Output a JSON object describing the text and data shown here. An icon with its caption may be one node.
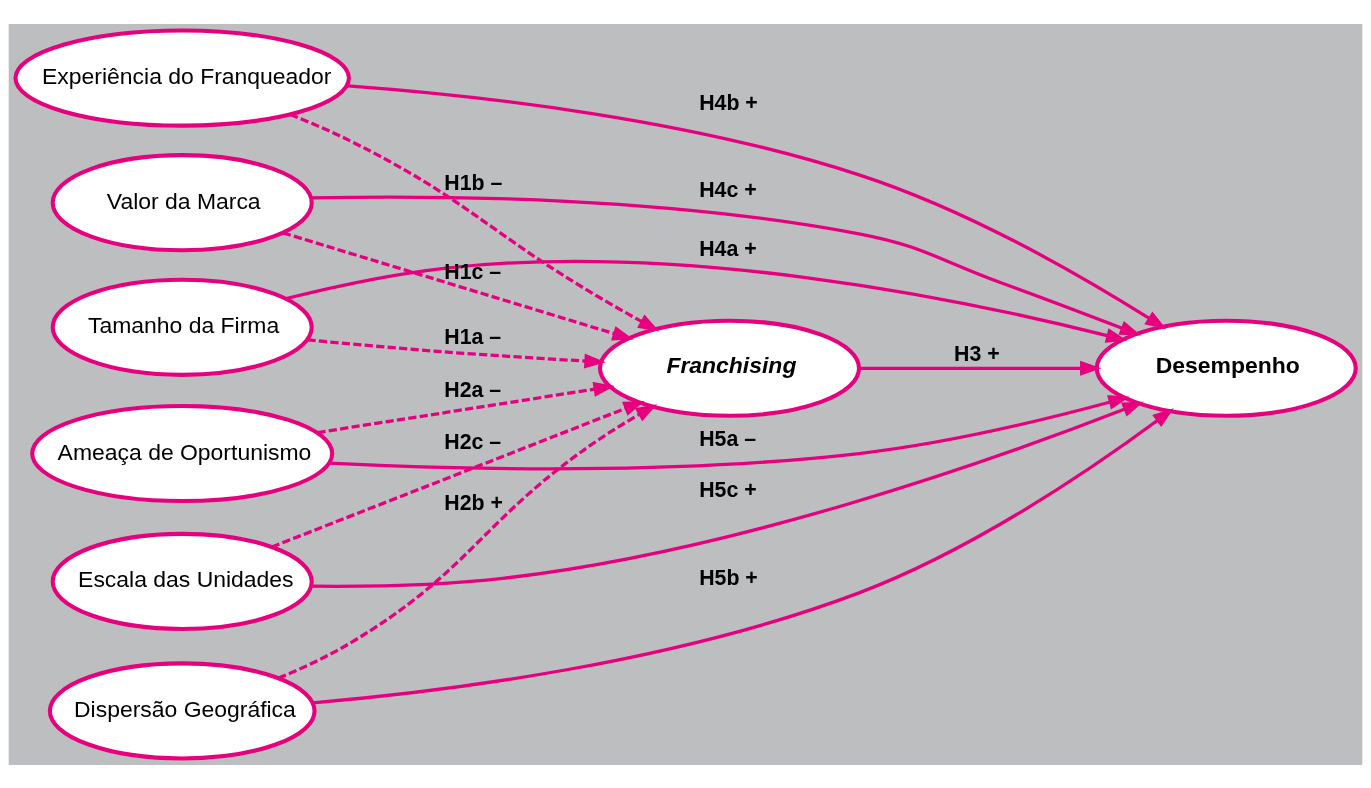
{
  "diagram": {
    "nodes": [
      {
        "text": [
          "Tamanho da Firma"
        ]
      },
      {
        "text": [
          "Experiência do Franqueador"
        ]
      },
      {
        "text": [
          "Valor da Marca"
        ]
      },
      {
        "text": [
          "Ameaça de Oportunismo"
        ]
      },
      {
        "text": [
          "Dispersão Geográfica"
        ]
      },
      {
        "text": [
          "Escala das Unidades"
        ]
      },
      {
        "text": [
          "Franchising"
        ]
      },
      {
        "text": [
          "Desempenho"
        ]
      }
    ],
    "edges": [
      {
        "from": 0,
        "to": 6,
        "arrow": "to",
        "style": "dashed",
        "label": "H1a –"
      },
      {
        "from": 0,
        "to": 7,
        "arrow": "to",
        "label": "H4a +"
      },
      {
        "from": 1,
        "to": 6,
        "arrow": "to",
        "style": "dashed",
        "label": "H1b –"
      },
      {
        "from": 1,
        "to": 7,
        "arrow": "to",
        "label": "H4b +"
      },
      {
        "from": 2,
        "to": 6,
        "arrow": "to",
        "style": "dashed",
        "label": "H1c –"
      },
      {
        "from": 2,
        "to": 7,
        "arrow": "to",
        "label": "H4c +"
      },
      {
        "from": 3,
        "to": 6,
        "arrow": "to",
        "style": "dashed",
        "label": "H2a –"
      },
      {
        "from": 3,
        "to": 7,
        "arrow": "to",
        "label": "H5a –"
      },
      {
        "from": 4,
        "to": 6,
        "arrow": "to",
        "style": "dashed",
        "label": "H2b +"
      },
      {
        "from": 4,
        "to": 7,
        "arrow": "to",
        "label": "H5b +"
      },
      {
        "from": 5,
        "to": 6,
        "arrow": "to",
        "style": "dashed",
        "label": "H2c –"
      },
      {
        "from": 5,
        "to": 7,
        "arrow": "to",
        "label": "H5c +"
      },
      {
        "from": 6,
        "to": 7,
        "arrow": "to",
        "label": "H3 +"
      }
    ]
  }
}
